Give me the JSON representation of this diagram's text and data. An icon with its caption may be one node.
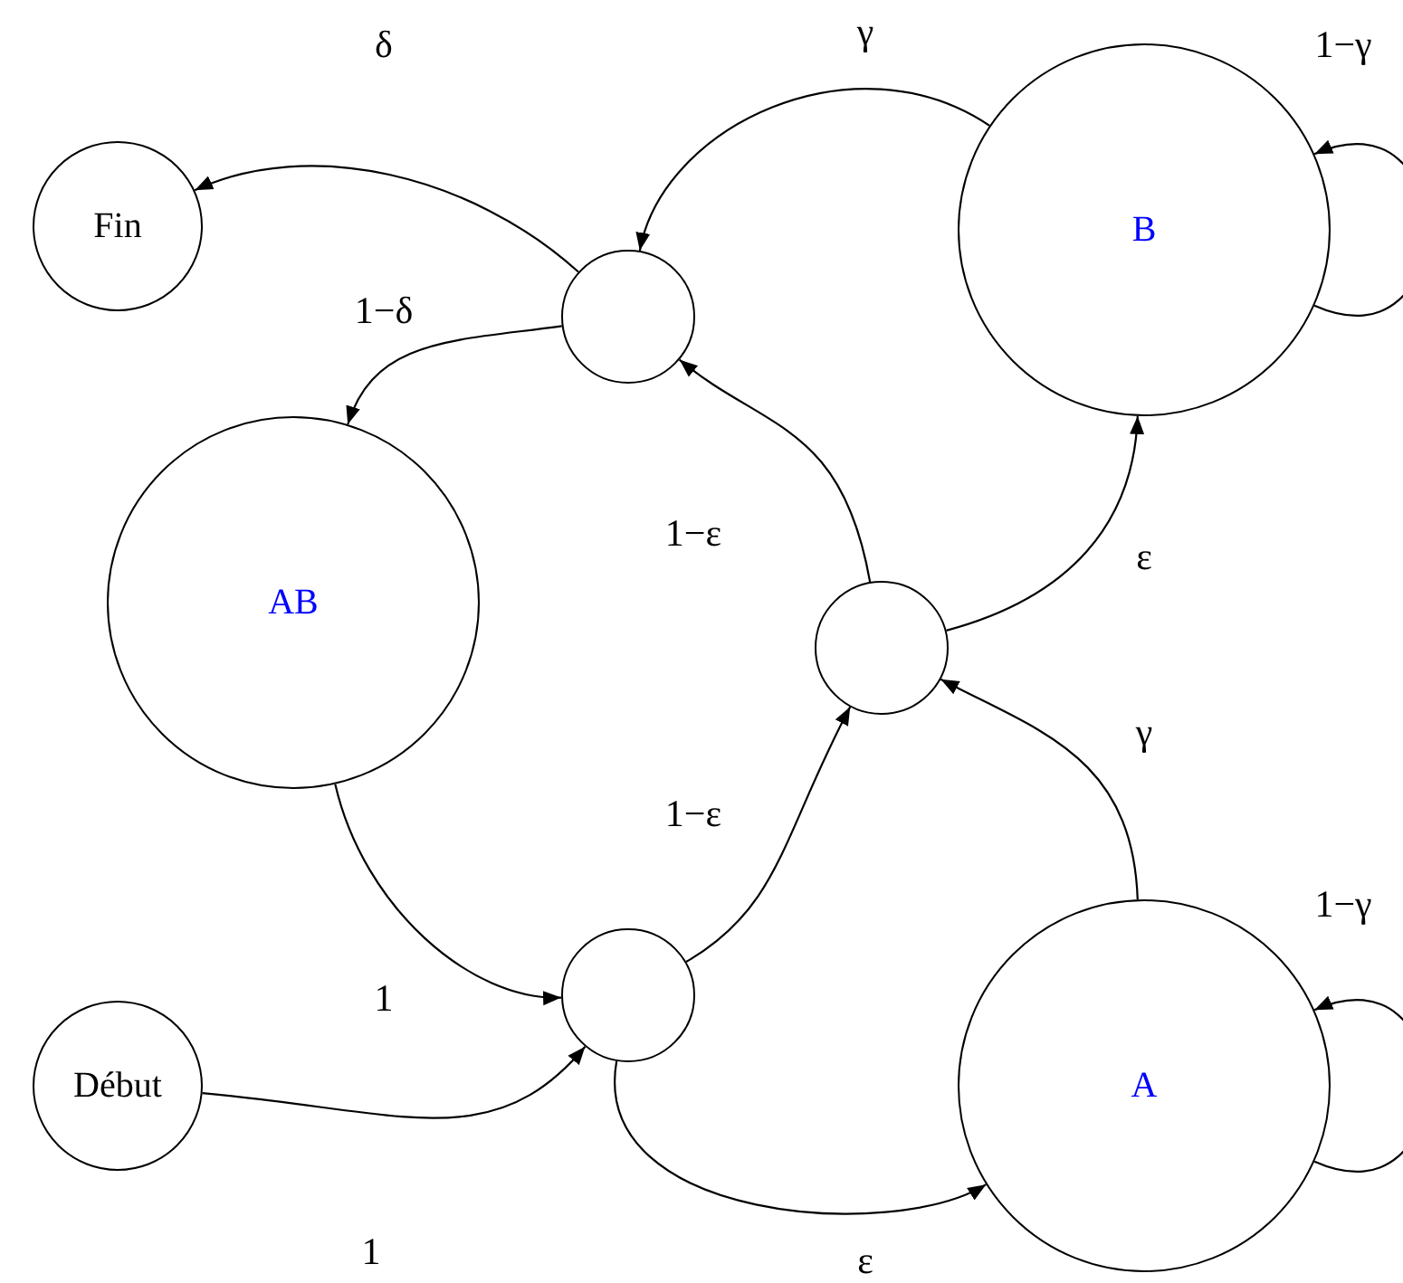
{
  "diagram": {
    "nodes": [
      {
        "text": [
          "Fin"
        ]
      },
      {
        "text": [],
        "shape": "circle"
      },
      {
        "text": [
          "B"
        ]
      },
      {
        "text": [
          "AB"
        ]
      },
      {
        "text": [],
        "shape": "circle"
      },
      {
        "text": [
          "Début"
        ]
      },
      {
        "text": [],
        "shape": "circle"
      },
      {
        "text": [
          "A"
        ]
      }
    ],
    "edges": [
      {
        "from": 1,
        "to": 0,
        "arrow": "to",
        "label": "δ"
      },
      {
        "from": 2,
        "to": 1,
        "arrow": "to",
        "label": "γ"
      },
      {
        "from": 2,
        "to": 2,
        "arrow": "to",
        "label": "1−γ"
      },
      {
        "from": 1,
        "to": 3,
        "arrow": "to",
        "label": "1−δ"
      },
      {
        "from": 4,
        "to": 1,
        "arrow": "to",
        "label": "1−ε"
      },
      {
        "from": 4,
        "to": 2,
        "arrow": "to",
        "label": "ε"
      },
      {
        "from": 3,
        "to": 6,
        "arrow": "to",
        "label": "1"
      },
      {
        "from": 6,
        "to": 4,
        "arrow": "to",
        "label": "1−ε"
      },
      {
        "from": 7,
        "to": 4,
        "arrow": "to",
        "label": "γ"
      },
      {
        "from": 7,
        "to": 7,
        "arrow": "to",
        "label": "1−γ"
      },
      {
        "from": 5,
        "to": 6,
        "arrow": "to",
        "label": "1"
      },
      {
        "from": 6,
        "to": 7,
        "arrow": "to",
        "label": "ε"
      }
    ]
  }
}
